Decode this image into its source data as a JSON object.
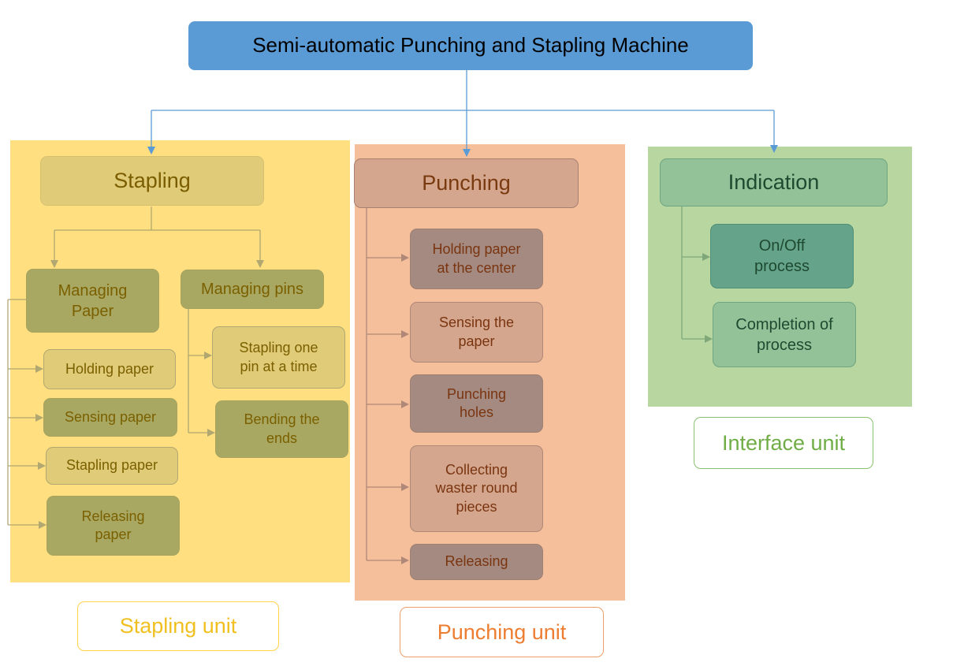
{
  "title": "Semi-automatic Punching and Stapling Machine",
  "colors": {
    "title_fill": "#5b9bd5",
    "stapling_panel": "#ffdf80",
    "punching_panel": "#f4bf9a",
    "interface_panel": "#b8d7a0",
    "stapling_caption": "#f0c020",
    "punching_caption": "#ed7d31",
    "interface_caption": "#70ad47"
  },
  "stapling": {
    "header": "Stapling",
    "managing_paper": {
      "label": "Managing\nPaper",
      "items": [
        "Holding paper",
        "Sensing paper",
        "Stapling paper",
        "Releasing\npaper"
      ]
    },
    "managing_pins": {
      "label": "Managing pins",
      "items": [
        "Stapling one\npin at a time",
        "Bending the\nends"
      ]
    },
    "caption": "Stapling unit"
  },
  "punching": {
    "header": "Punching",
    "items": [
      "Holding paper\nat the center",
      "Sensing the\npaper",
      "Punching\nholes",
      "Collecting\nwaster round\npieces",
      "Releasing"
    ],
    "caption": "Punching unit"
  },
  "interface": {
    "header": "Indication",
    "items": [
      "On/Off\nprocess",
      "Completion of\nprocess"
    ],
    "caption": "Interface unit"
  }
}
